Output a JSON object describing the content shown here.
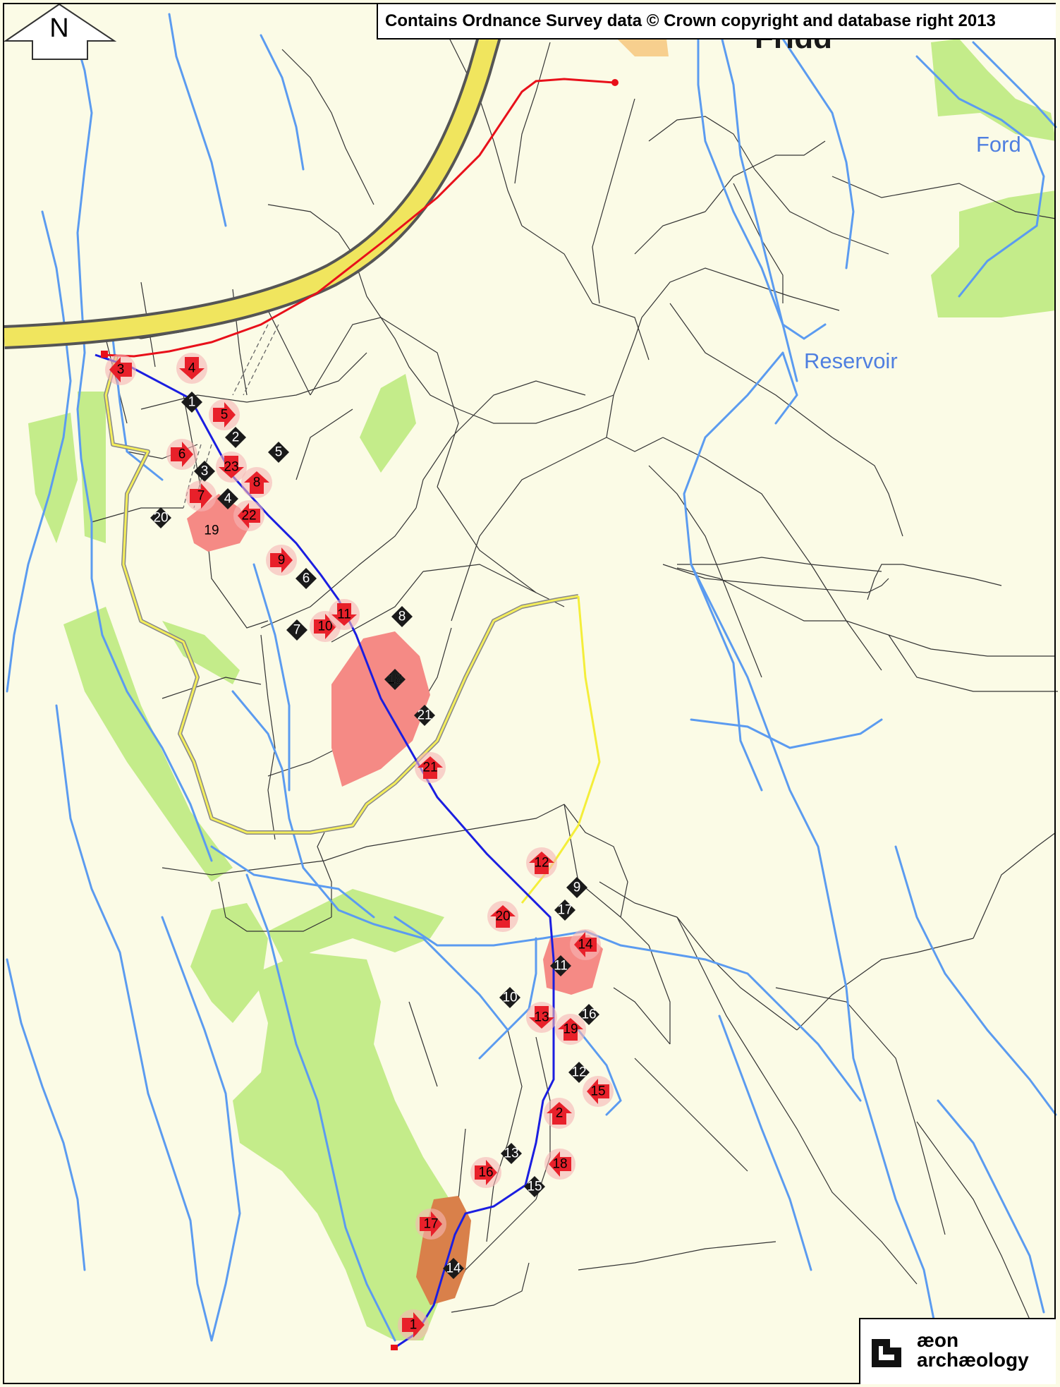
{
  "copyright": "Contains Ordnance Survey data © Crown copyright and database right 2013",
  "north_label": "N",
  "logo": {
    "line1": "æon",
    "line2": "archæology"
  },
  "place_labels": {
    "reservoir": "Reservoir",
    "ford": "Ford",
    "partial_top": "Fridd"
  },
  "colors": {
    "background": "#fbfbe6",
    "woodland": "#c4ec8a",
    "water": "#5b9bf0",
    "road_a": "#f0e55e",
    "red_route": "#e8101a",
    "blue_route": "#1b1ee0",
    "yellow_track": "#f4ee3a",
    "area_pink": "#f58a85",
    "area_orange": "#d9804a",
    "black_marker": "#1a1a1a",
    "red_marker": "#e8202a"
  },
  "black_markers": [
    "1",
    "2",
    "3",
    "4",
    "5",
    "6",
    "7",
    "8",
    "9",
    "10",
    "11",
    "12",
    "13",
    "14",
    "15",
    "16",
    "17",
    "18",
    "20",
    "21"
  ],
  "red_markers": [
    "1",
    "2",
    "3",
    "4",
    "5",
    "6",
    "7",
    "8",
    "9",
    "10",
    "11",
    "12",
    "13",
    "14",
    "15",
    "16",
    "17",
    "18",
    "19",
    "20",
    "21",
    "22",
    "23"
  ],
  "area_labels": {
    "a": "19",
    "b": "18",
    "c": "14"
  }
}
